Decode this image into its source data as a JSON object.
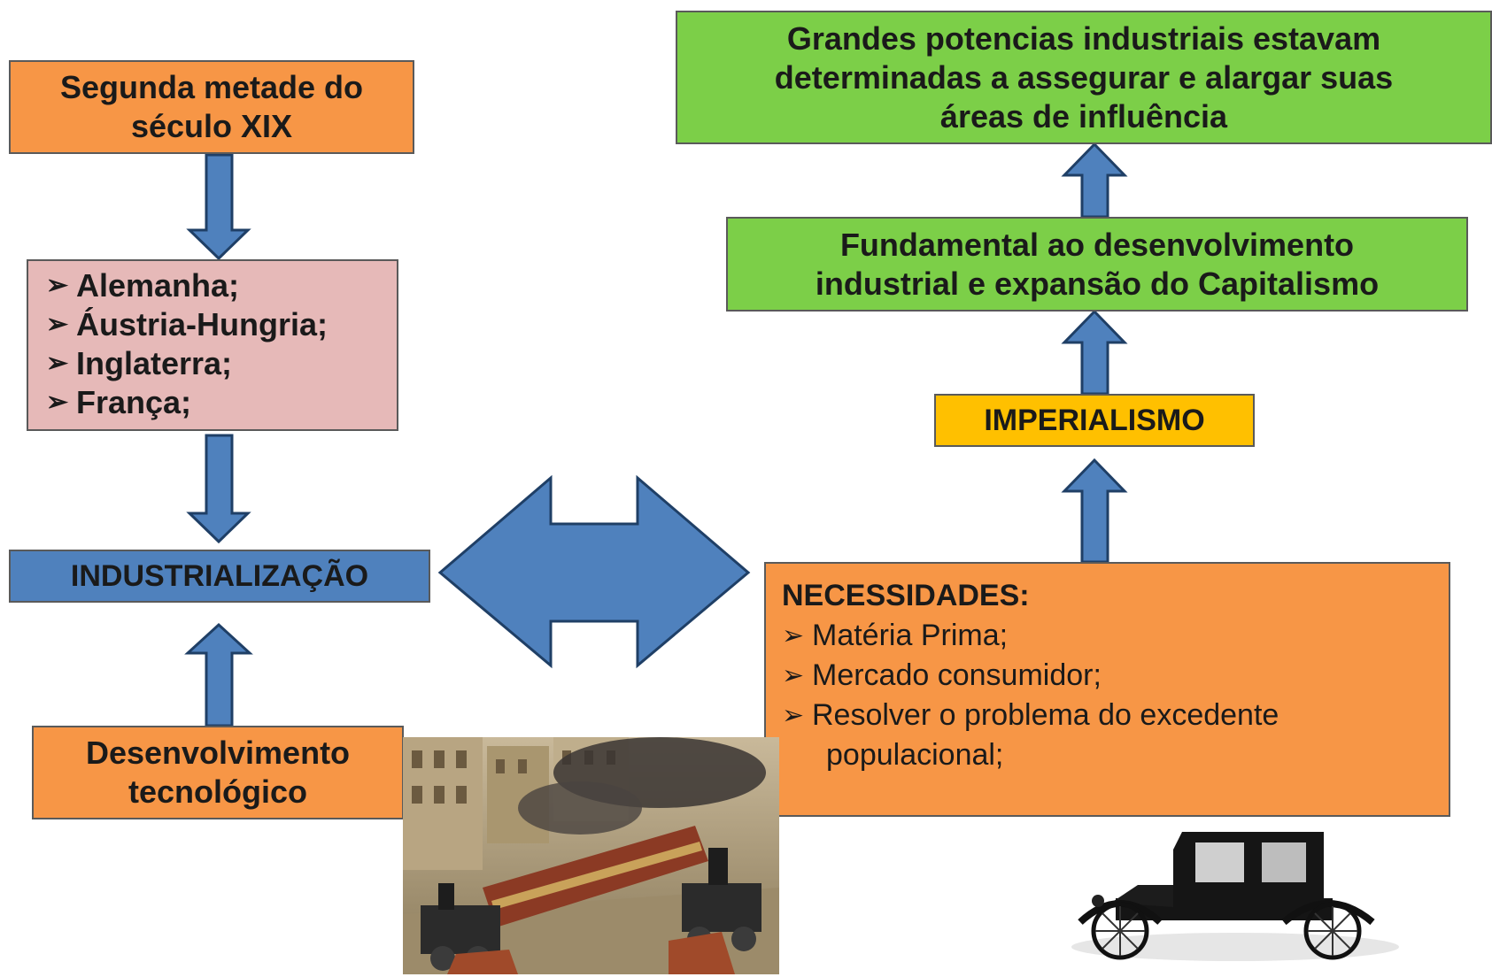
{
  "box_seculo": {
    "line1": "Segunda metade do",
    "line2": "século XIX"
  },
  "countries": [
    "Alemanha;",
    "Áustria-Hungria;",
    "Inglaterra;",
    "França;"
  ],
  "industrializacao": "INDUSTRIALIZAÇÃO",
  "desenvolvimento": {
    "line1": "Desenvolvimento",
    "line2": "tecnológico"
  },
  "grandes": {
    "line1": "Grandes potencias industriais estavam",
    "line2": "determinadas a assegurar e alargar suas",
    "line3": "áreas de influência"
  },
  "fundamental": {
    "line1": "Fundamental ao desenvolvimento",
    "line2": "industrial e expansão do Capitalismo"
  },
  "imperialismo": "IMPERIALISMO",
  "necessidades": {
    "title": "NECESSIDADES:",
    "items": [
      "Matéria Prima;",
      "Mercado consumidor;",
      "Resolver o problema do excedente",
      "populacional;"
    ]
  },
  "bullet_glyph": "➢",
  "colors": {
    "orange": "#f79646",
    "pink": "#e6b9b8",
    "blue": "#4f81bd",
    "green": "#7ccf48",
    "yellow": "#ffc000"
  },
  "images": {
    "left": "train-illustration",
    "right": "vintage-car-photo"
  }
}
